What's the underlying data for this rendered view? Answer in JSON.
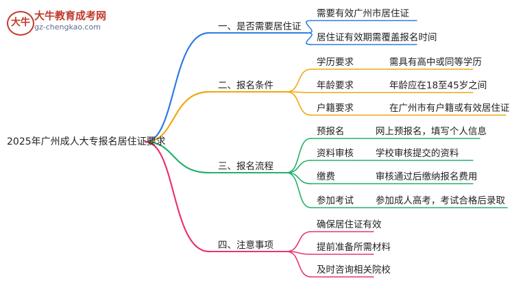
{
  "logo": {
    "mark": "大牛",
    "title": "大牛教育成考网",
    "url": "gz-chengkao.com"
  },
  "root": "2025年广州成人大专报名居住证要求",
  "colors": {
    "blue": "#2d7be0",
    "orange": "#f1a60a",
    "green": "#22b06b",
    "pink": "#e8336e"
  },
  "branches": [
    {
      "label": "一、是否需要居住证",
      "color_key": "blue",
      "items": [
        {
          "left": "需要有效广州市居住证",
          "right": ""
        },
        {
          "left": "居住证有效期需覆盖报名时间",
          "right": ""
        }
      ]
    },
    {
      "label": "二、报名条件",
      "color_key": "orange",
      "items": [
        {
          "left": "学历要求",
          "right": "需具有高中或同等学历"
        },
        {
          "left": "年龄要求",
          "right": "年龄应在18至45岁之间"
        },
        {
          "left": "户籍要求",
          "right": "在广州市有户籍或有效居住证"
        }
      ]
    },
    {
      "label": "三、报名流程",
      "color_key": "green",
      "items": [
        {
          "left": "预报名",
          "right": "网上预报名，填写个人信息"
        },
        {
          "left": "资料审核",
          "right": "学校审核提交的资料"
        },
        {
          "left": "缴费",
          "right": "审核通过后缴纳报名费用"
        },
        {
          "left": "参加考试",
          "right": "参加成人高考，考试合格后录取"
        }
      ]
    },
    {
      "label": "四、注意事项",
      "color_key": "pink",
      "items": [
        {
          "left": "确保居住证有效",
          "right": ""
        },
        {
          "left": "提前准备所需材料",
          "right": ""
        },
        {
          "left": "及时咨询相关院校",
          "right": ""
        }
      ]
    }
  ]
}
